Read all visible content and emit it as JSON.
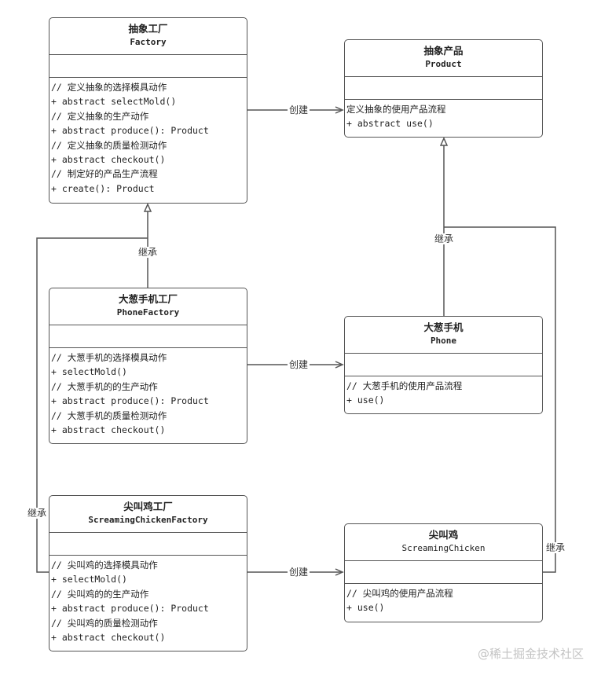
{
  "classes": {
    "factory": {
      "title": "抽象工厂",
      "subtitle": "Factory",
      "ops": [
        "// 定义抽象的选择模具动作",
        "+ abstract selectMold()",
        "// 定义抽象的生产动作",
        "+ abstract produce(): Product",
        "// 定义抽象的质量检测动作",
        "+ abstract checkout()",
        "// 制定好的产品生产流程",
        "+ create(): Product"
      ]
    },
    "product": {
      "title": "抽象产品",
      "subtitle": "Product",
      "ops": [
        "定义抽象的使用产品流程",
        "+ abstract use()"
      ]
    },
    "phone_factory": {
      "title": "大葱手机工厂",
      "subtitle": "PhoneFactory",
      "ops": [
        "// 大葱手机的选择模具动作",
        "+ selectMold()",
        "// 大葱手机的的生产动作",
        "+ abstract produce(): Product",
        "// 大葱手机的质量检测动作",
        "+ abstract checkout()"
      ]
    },
    "phone": {
      "title": "大葱手机",
      "subtitle": "Phone",
      "ops": [
        "// 大葱手机的使用产品流程",
        "+ use()"
      ]
    },
    "chicken_factory": {
      "title": "尖叫鸡工厂",
      "subtitle": "ScreamingChickenFactory",
      "ops": [
        "// 尖叫鸡的选择模具动作",
        "+ selectMold()",
        "// 尖叫鸡的的生产动作",
        "+ abstract produce(): Product",
        "// 尖叫鸡的质量检测动作",
        "+ abstract checkout()"
      ]
    },
    "chicken": {
      "title": "尖叫鸡",
      "subtitle": "ScreamingChicken",
      "ops": [
        "// 尖叫鸡的使用产品流程",
        "+ use()"
      ]
    }
  },
  "relations": {
    "create_1": "创建",
    "create_2": "创建",
    "create_3": "创建",
    "inherit_phone_factory": "继承",
    "inherit_phone": "继承",
    "inherit_chicken_factory": "继承",
    "inherit_chicken": "继承"
  },
  "watermark": "@稀土掘金技术社区"
}
